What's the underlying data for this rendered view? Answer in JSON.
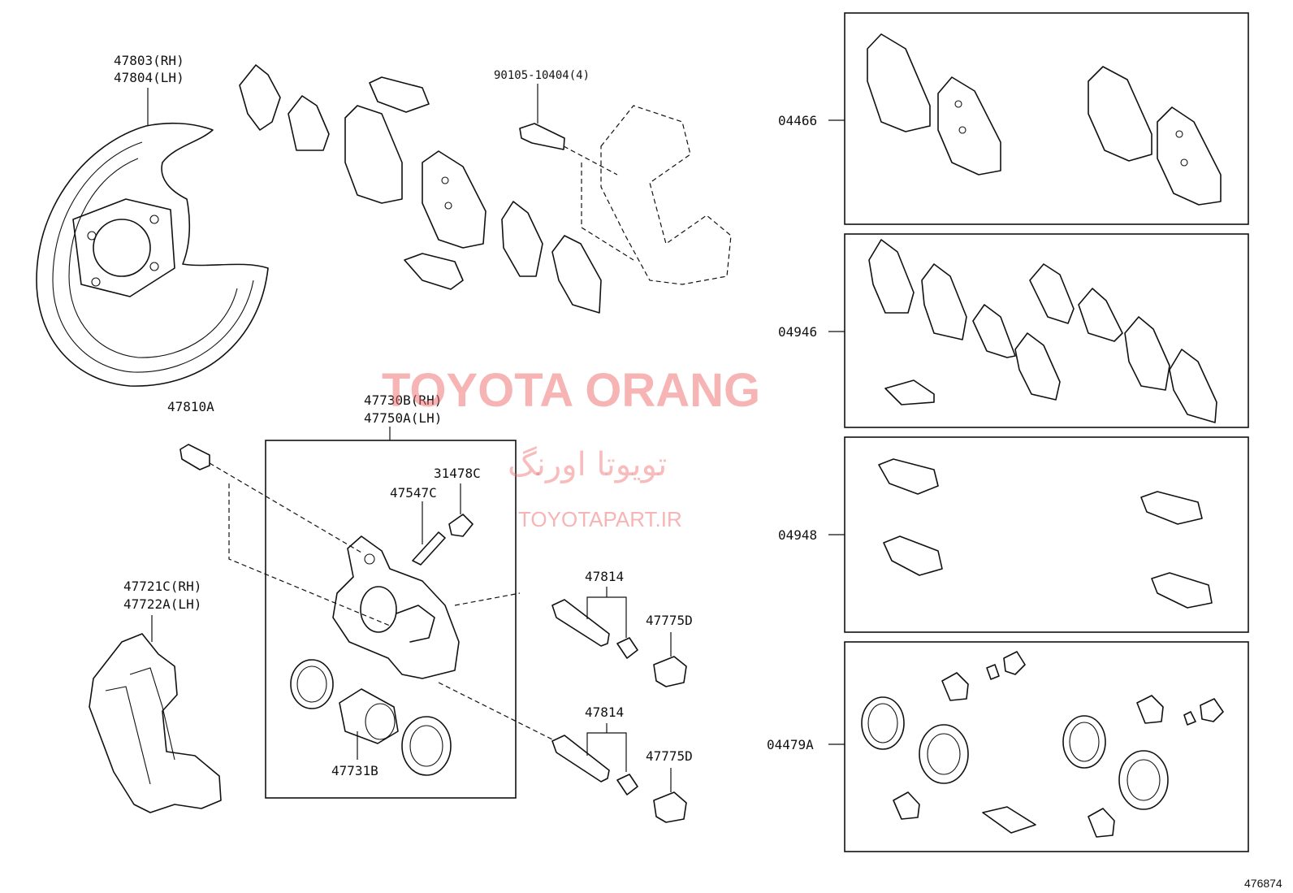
{
  "labels": {
    "shield": [
      "47803(RH)",
      "47804(LH)"
    ],
    "bolt": "90105-10404(4)",
    "bleeder_plug": "47810A",
    "caliper": [
      "47730B(RH)",
      "47750A(LH)"
    ],
    "cap": "31478C",
    "bleeder": "47547C",
    "mount": [
      "47721C(RH)",
      "47722A(LH)"
    ],
    "pin_upper": "47814",
    "pin_lower": "47814",
    "boot_upper": "47775D",
    "boot_lower": "47775D",
    "piston": "47731B",
    "kit_pads": "04466",
    "kit_shims": "04946",
    "kit_clips": "04948",
    "kit_seals": "04479A"
  },
  "watermark": {
    "brand": "TOYOTA ORANG",
    "brand_fa": "تویوتا اورنگ",
    "site": "TOYOTAPART.IR"
  },
  "reference_number": "476874",
  "colors": {
    "line": "#111111",
    "watermark": "#f06a6a"
  }
}
